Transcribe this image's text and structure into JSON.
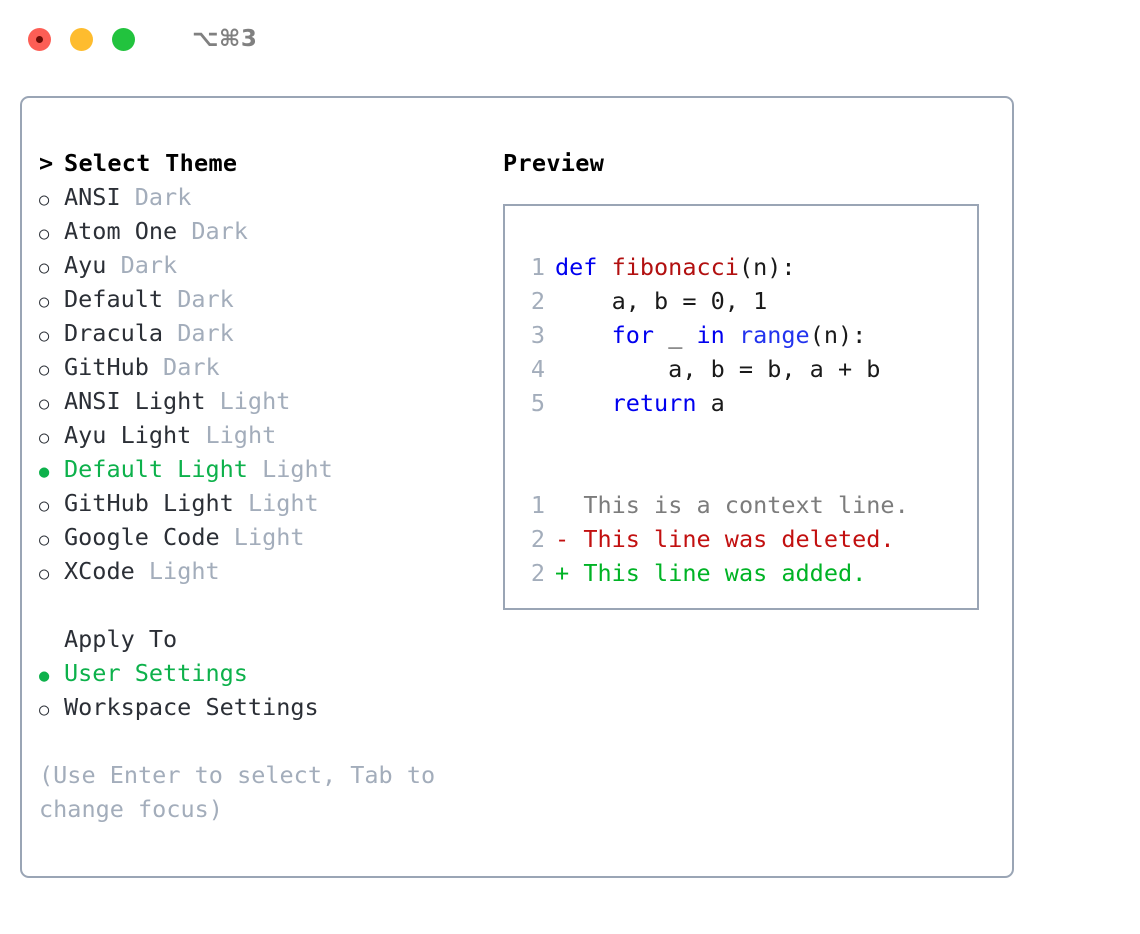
{
  "titlebar": {
    "lights": [
      {
        "name": "close",
        "color": "#fd5e55"
      },
      {
        "name": "minimize",
        "color": "#febc2e"
      },
      {
        "name": "maximize",
        "color": "#22c33e"
      }
    ],
    "shortcut": "⌥⌘3"
  },
  "theme_picker": {
    "header_marker": ">",
    "header_label": "Select Theme",
    "items": [
      {
        "marker": "○",
        "selected": false,
        "label": "ANSI",
        "tag": "Dark"
      },
      {
        "marker": "○",
        "selected": false,
        "label": "Atom One",
        "tag": "Dark"
      },
      {
        "marker": "○",
        "selected": false,
        "label": "Ayu",
        "tag": "Dark"
      },
      {
        "marker": "○",
        "selected": false,
        "label": "Default",
        "tag": "Dark"
      },
      {
        "marker": "○",
        "selected": false,
        "label": "Dracula",
        "tag": "Dark"
      },
      {
        "marker": "○",
        "selected": false,
        "label": "GitHub",
        "tag": "Dark"
      },
      {
        "marker": "○",
        "selected": false,
        "label": "ANSI Light",
        "tag": "Light"
      },
      {
        "marker": "○",
        "selected": false,
        "label": "Ayu Light",
        "tag": "Light"
      },
      {
        "marker": "●",
        "selected": true,
        "label": "Default Light",
        "tag": "Light"
      },
      {
        "marker": "○",
        "selected": false,
        "label": "GitHub Light",
        "tag": "Light"
      },
      {
        "marker": "○",
        "selected": false,
        "label": "Google Code",
        "tag": "Light"
      },
      {
        "marker": "○",
        "selected": false,
        "label": "XCode",
        "tag": "Light"
      }
    ]
  },
  "apply_to": {
    "title": "Apply To",
    "items": [
      {
        "marker": "●",
        "selected": true,
        "label": "User Settings"
      },
      {
        "marker": "○",
        "selected": false,
        "label": "Workspace Settings"
      }
    ]
  },
  "hint": "(Use Enter to select, Tab to change focus)",
  "preview": {
    "title": "Preview",
    "code_lines": [
      {
        "no": "1",
        "segments": [
          {
            "t": "def ",
            "c": "kw"
          },
          {
            "t": "fibonacci",
            "c": "fn"
          },
          {
            "t": "(n):",
            "c": ""
          }
        ]
      },
      {
        "no": "2",
        "segments": [
          {
            "t": "    a, b = 0, 1",
            "c": ""
          }
        ]
      },
      {
        "no": "3",
        "segments": [
          {
            "t": "    ",
            "c": ""
          },
          {
            "t": "for",
            "c": "kw"
          },
          {
            "t": " _ ",
            "c": ""
          },
          {
            "t": "in",
            "c": "kw"
          },
          {
            "t": " ",
            "c": ""
          },
          {
            "t": "range",
            "c": "bi"
          },
          {
            "t": "(n):",
            "c": ""
          }
        ]
      },
      {
        "no": "4",
        "segments": [
          {
            "t": "        a, b = b, a + b",
            "c": ""
          }
        ]
      },
      {
        "no": "5",
        "segments": [
          {
            "t": "    ",
            "c": ""
          },
          {
            "t": "return",
            "c": "kw"
          },
          {
            "t": " a",
            "c": ""
          }
        ]
      }
    ],
    "diff_lines": [
      {
        "no": "1",
        "sign": " ",
        "text": "This is a context line.",
        "kind": "ctx"
      },
      {
        "no": "2",
        "sign": "-",
        "text": "This line was deleted.",
        "kind": "del"
      },
      {
        "no": "2",
        "sign": "+",
        "text": "This line was added.",
        "kind": "add"
      }
    ]
  },
  "colors": {
    "accent_green": "#0db14b",
    "muted": "#a3adbb",
    "border": "#9aa5b5",
    "keyword": "#0000ef",
    "function": "#b21010",
    "builtin": "#2233ee",
    "diff_add": "#00b325",
    "diff_del": "#c21010",
    "diff_ctx": "#7c7c7c"
  }
}
